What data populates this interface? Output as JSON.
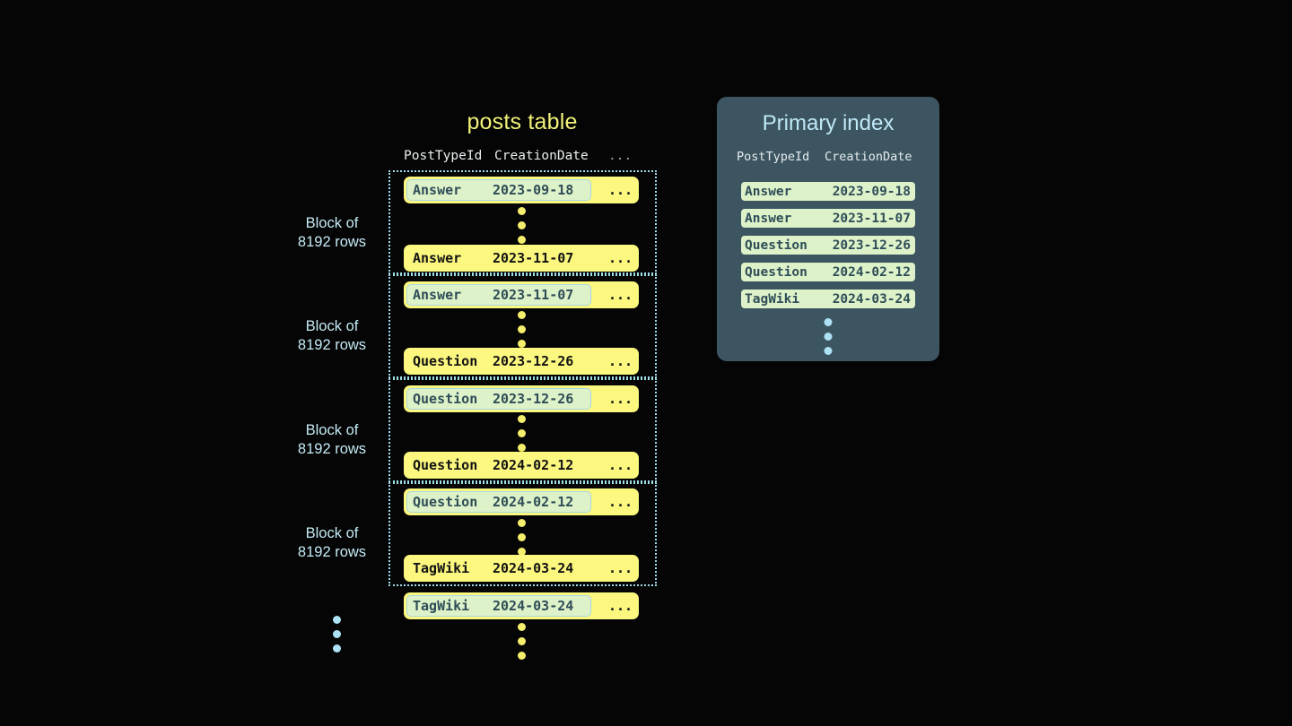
{
  "posts_table": {
    "title": "posts table",
    "columns": [
      "PostTypeId",
      "CreationDate",
      "..."
    ],
    "row_ellipsis_glyph": "...",
    "blocks": [
      {
        "label_line1": "Block of",
        "label_line2": "8192 rows",
        "first_row": {
          "post_type_id": "Answer",
          "creation_date": "2023-09-18",
          "more": "...",
          "highlighted": true
        },
        "last_row": {
          "post_type_id": "Answer",
          "creation_date": "2023-11-07",
          "more": "...",
          "highlighted": false
        }
      },
      {
        "label_line1": "Block of",
        "label_line2": "8192 rows",
        "first_row": {
          "post_type_id": "Answer",
          "creation_date": "2023-11-07",
          "more": "...",
          "highlighted": true
        },
        "last_row": {
          "post_type_id": "Question",
          "creation_date": "2023-12-26",
          "more": "...",
          "highlighted": false
        }
      },
      {
        "label_line1": "Block of",
        "label_line2": "8192 rows",
        "first_row": {
          "post_type_id": "Question",
          "creation_date": "2023-12-26",
          "more": "...",
          "highlighted": true
        },
        "last_row": {
          "post_type_id": "Question",
          "creation_date": "2024-02-12",
          "more": "...",
          "highlighted": false
        }
      },
      {
        "label_line1": "Block of",
        "label_line2": "8192 rows",
        "first_row": {
          "post_type_id": "Question",
          "creation_date": "2024-02-12",
          "more": "...",
          "highlighted": true
        },
        "last_row": {
          "post_type_id": "TagWiki",
          "creation_date": "2024-03-24",
          "more": "...",
          "highlighted": false
        }
      }
    ],
    "trailing_row": {
      "post_type_id": "TagWiki",
      "creation_date": "2024-03-24",
      "more": "...",
      "highlighted": true
    }
  },
  "primary_index": {
    "title": "Primary index",
    "columns": [
      "PostTypeId",
      "CreationDate"
    ],
    "entries": [
      {
        "post_type_id": "Answer",
        "creation_date": "2023-09-18"
      },
      {
        "post_type_id": "Answer",
        "creation_date": "2023-11-07"
      },
      {
        "post_type_id": "Question",
        "creation_date": "2023-12-26"
      },
      {
        "post_type_id": "Question",
        "creation_date": "2024-02-12"
      },
      {
        "post_type_id": "TagWiki",
        "creation_date": "2024-03-24"
      }
    ]
  },
  "colors": {
    "background": "#050505",
    "row_yellow": "#fbf77f",
    "row_highlight_green": "#ddf2c9",
    "highlight_border_blue": "#a9d7e6",
    "block_border_blue": "#9fdcea",
    "title_yellow": "#f2f27a",
    "panel_slate": "#3c5560",
    "accent_light_blue": "#bfe9f7",
    "dot_yellow": "#f5ef6d",
    "dot_blue": "#ade2f5",
    "mono_dark_text": "#2f4d58",
    "mono_black_text": "#131313"
  }
}
